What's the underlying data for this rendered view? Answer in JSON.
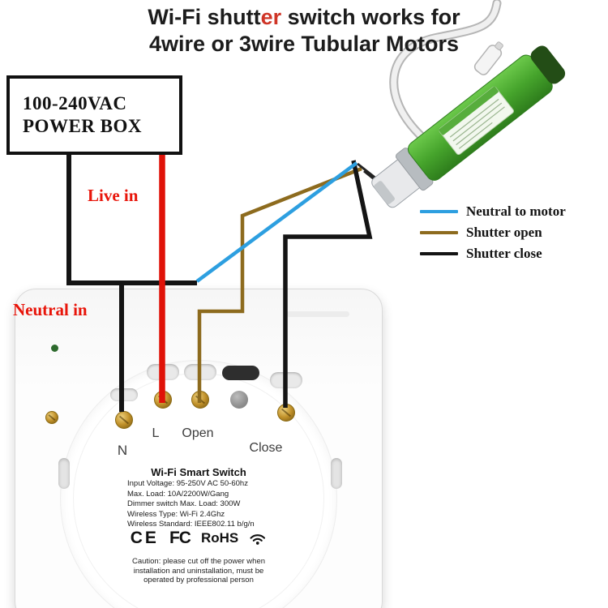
{
  "title": {
    "line1_segments": [
      {
        "text": "Wi-Fi shutt",
        "color": "#1c1c1c"
      },
      {
        "text": "er",
        "color": "#cf3527"
      },
      {
        "text": " switch works for",
        "color": "#1c1c1c"
      }
    ],
    "line2": "4wire or 3wire Tubular Motors"
  },
  "power_box": {
    "line1": "100-240VAC",
    "line2": "POWER BOX"
  },
  "wire_labels": {
    "live_in": "Live in",
    "neutral_in": "Neutral in",
    "label_color": "#e8150a"
  },
  "legend": [
    {
      "label": "Neutral to motor",
      "color": "#2d9fe0"
    },
    {
      "label": "Shutter open",
      "color": "#8d6b1e"
    },
    {
      "label": "Shutter close",
      "color": "#141414"
    }
  ],
  "wire_colors": {
    "live": "#e01208",
    "neutral_in": "#141414",
    "neutral_to_motor": "#2d9fe0",
    "shutter_open": "#8d6b1e",
    "shutter_close": "#141414"
  },
  "switch_panel": {
    "terminals": {
      "n": "N",
      "l": "L",
      "open": "Open",
      "close": "Close"
    },
    "product_title": "Wi-Fi Smart Switch",
    "specs": [
      "Input Voltage: 95-250V AC 50-60hz",
      "Max. Load: 10A/2200W/Gang",
      "Dimmer switch Max. Load: 300W",
      "Wireless Type: Wi-Fi 2.4Ghz",
      "Wireless Standard: IEEE802.11 b/g/n"
    ],
    "certifications": {
      "ce": "CE",
      "fcc": "FC",
      "rohs": "RoHS"
    },
    "caution_lines": [
      "Caution: please cut off the power when",
      "installation and uninstallation, must be",
      "operated by professional person"
    ]
  }
}
